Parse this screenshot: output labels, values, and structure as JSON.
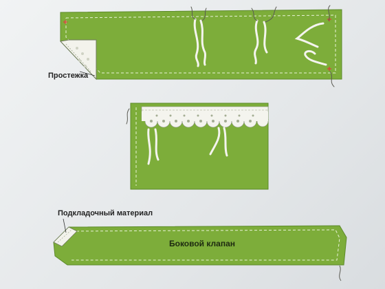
{
  "labels": {
    "stitching": "Простежка",
    "lining_material": "Подкладочный материал",
    "side_flap": "Боковой клапан"
  },
  "colors": {
    "fabric_green": "#7dad3a",
    "fabric_edge": "#5c8a2a",
    "lace_white": "#f4f4ee",
    "page_bg": "#eceff1"
  }
}
